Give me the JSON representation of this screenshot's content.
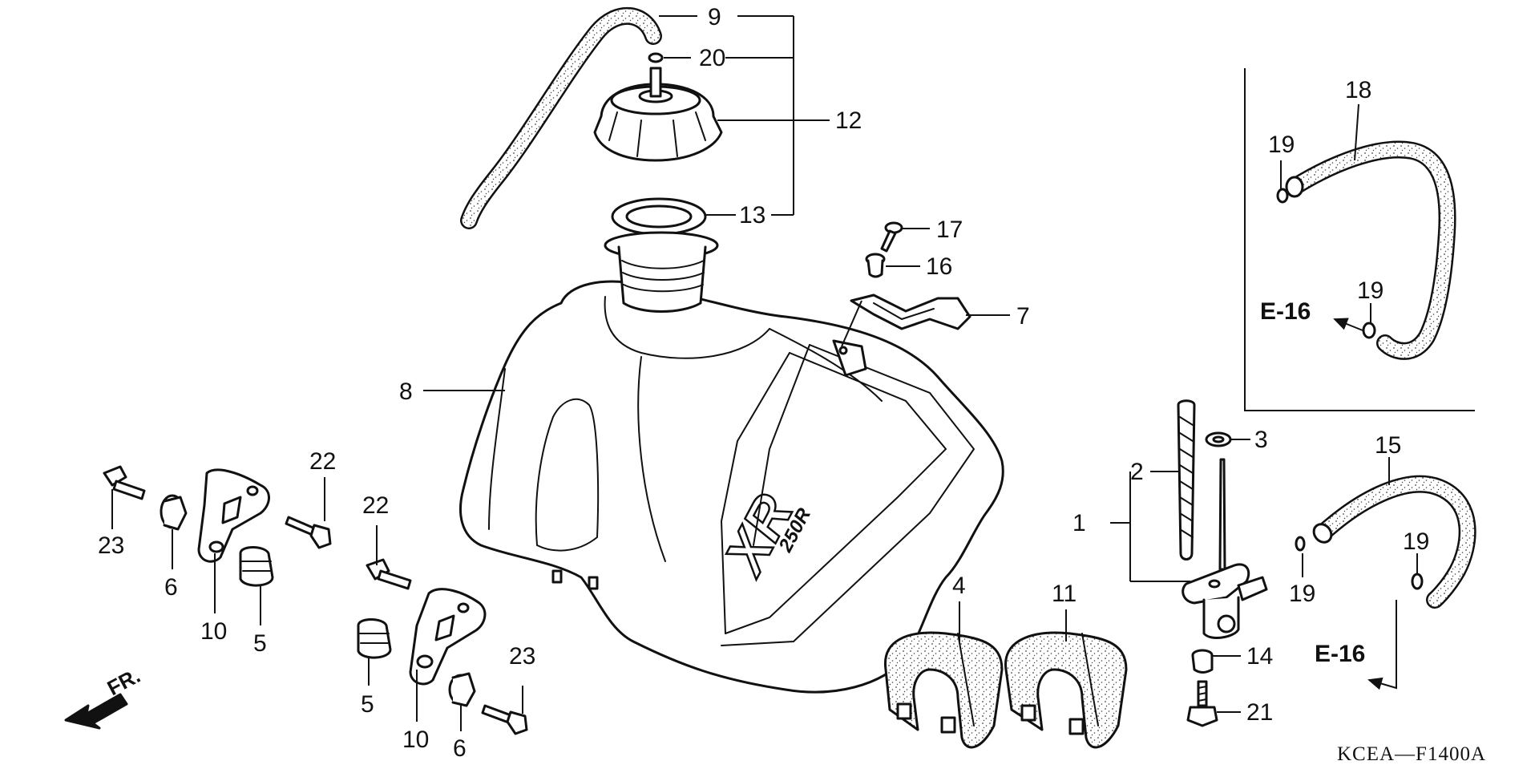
{
  "diagram": {
    "callouts": {
      "p1": "1",
      "p2": "2",
      "p3": "3",
      "p4": "4",
      "p5a": "5",
      "p5b": "5",
      "p6a": "6",
      "p6b": "6",
      "p7": "7",
      "p8": "8",
      "p9": "9",
      "p10a": "10",
      "p10b": "10",
      "p11": "11",
      "p12": "12",
      "p13": "13",
      "p14": "14",
      "p15": "15",
      "p16": "16",
      "p17": "17",
      "p18": "18",
      "p19a": "19",
      "p19b": "19",
      "p19c": "19",
      "p19d": "19",
      "p20": "20",
      "p21": "21",
      "p22a": "22",
      "p22b": "22",
      "p23a": "23",
      "p23b": "23"
    },
    "refs": {
      "e16_top": "E-16",
      "e16_bottom": "E-16"
    },
    "front_label": "FR.",
    "tank_badge": "XR",
    "tank_model": "250R",
    "code": "KCEA—F1400A"
  }
}
